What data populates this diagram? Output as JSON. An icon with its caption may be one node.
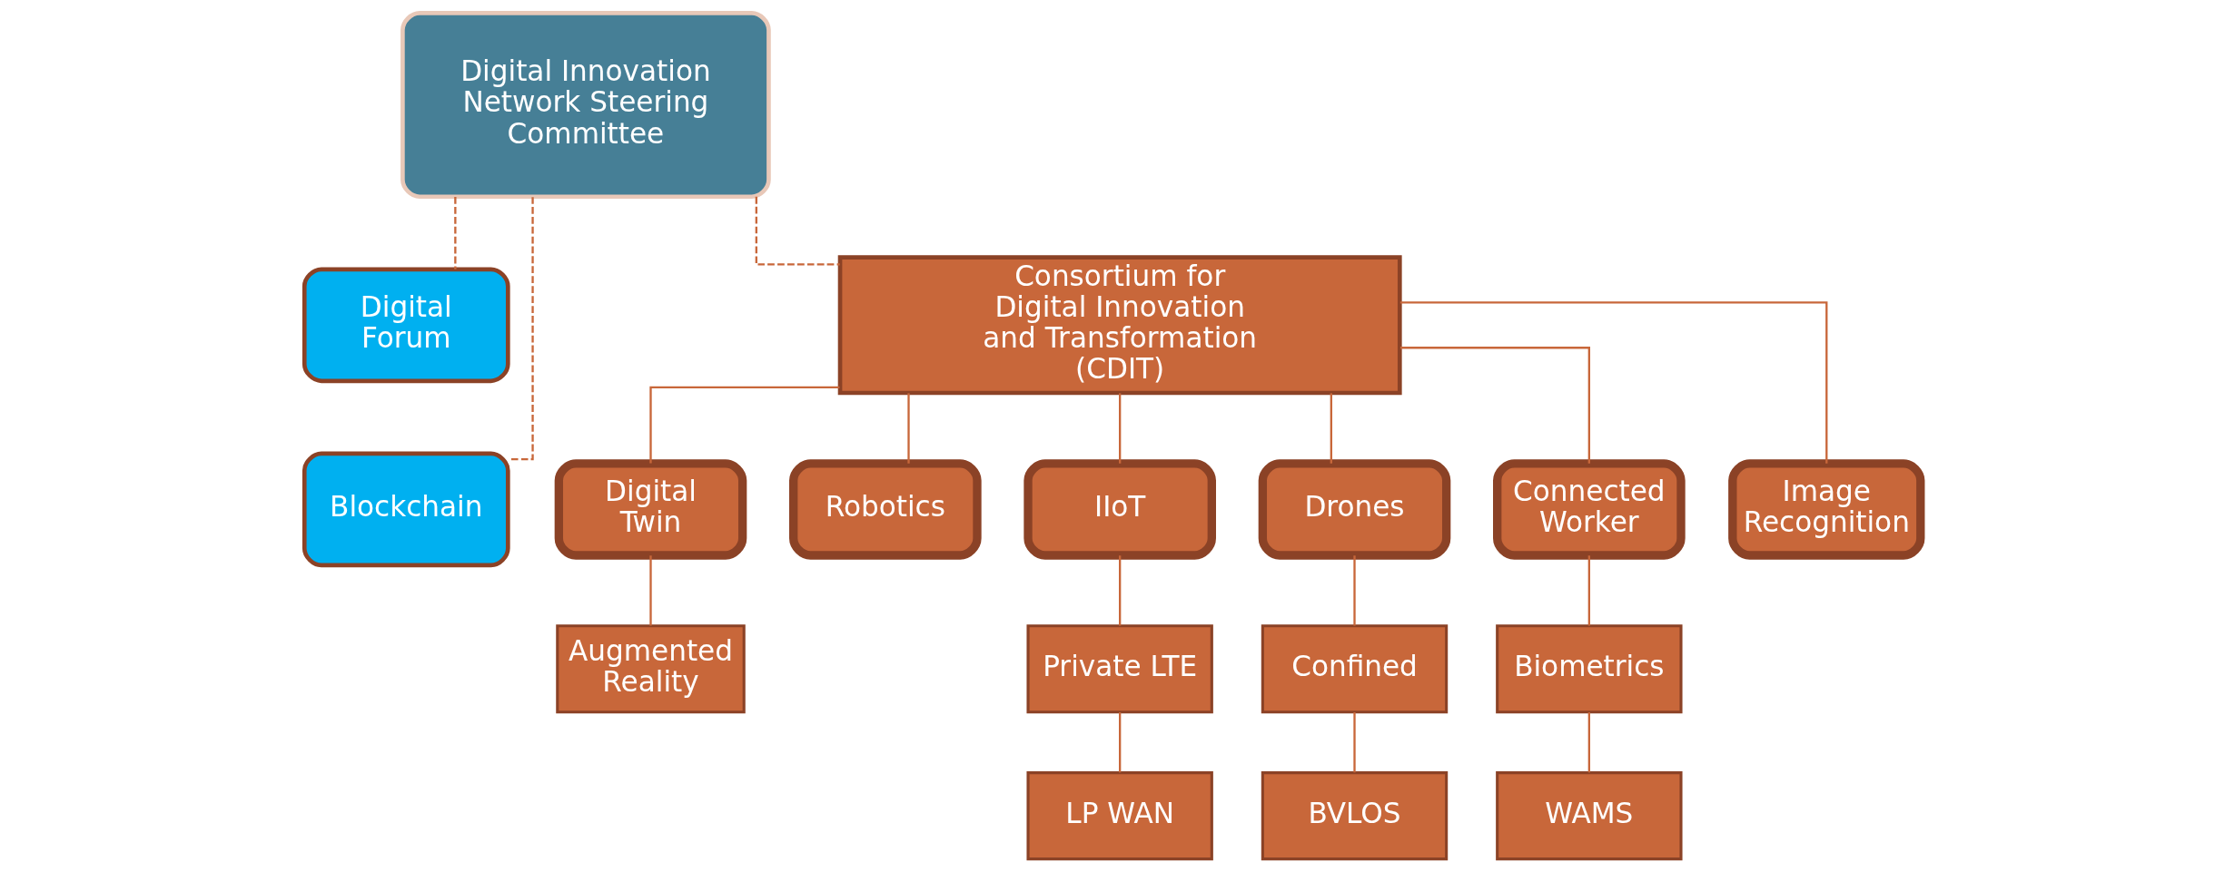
{
  "diagram": {
    "nodes": [
      {
        "text": [
          "Digital Innovation Network Steering Committee"
        ]
      },
      {
        "text": [
          "Digital Forum"
        ]
      },
      {
        "text": [
          "Blockchain"
        ]
      },
      {
        "text": [
          "Consortium for Digital Innovation and Transformation (CDIT)"
        ]
      },
      {
        "text": [
          "Digital Twin"
        ]
      },
      {
        "text": [
          "Robotics"
        ]
      },
      {
        "text": [
          "IIoT"
        ]
      },
      {
        "text": [
          "Drones"
        ]
      },
      {
        "text": [
          "Connected Worker"
        ]
      },
      {
        "text": [
          "Image Recognition"
        ]
      },
      {
        "text": [
          "Augmented Reality"
        ]
      },
      {
        "text": [
          "Private LTE"
        ]
      },
      {
        "text": [
          "LP WAN"
        ]
      },
      {
        "text": [
          "Confined"
        ]
      },
      {
        "text": [
          "BVLOS"
        ]
      },
      {
        "text": [
          "Biometrics"
        ]
      },
      {
        "text": [
          "WAMS"
        ]
      }
    ],
    "edges": [
      {
        "from": 0,
        "to": 1,
        "arrow": "none",
        "style": "dashed"
      },
      {
        "from": 0,
        "to": 2,
        "arrow": "none",
        "style": "dashed"
      },
      {
        "from": 0,
        "to": 3,
        "arrow": "none",
        "style": "dashed"
      },
      {
        "from": 3,
        "to": 4,
        "arrow": "none"
      },
      {
        "from": 3,
        "to": 5,
        "arrow": "none"
      },
      {
        "from": 3,
        "to": 6,
        "arrow": "none"
      },
      {
        "from": 3,
        "to": 7,
        "arrow": "none"
      },
      {
        "from": 3,
        "to": 8,
        "arrow": "none"
      },
      {
        "from": 3,
        "to": 9,
        "arrow": "none"
      },
      {
        "from": 4,
        "to": 10,
        "arrow": "none"
      },
      {
        "from": 6,
        "to": 11,
        "arrow": "none"
      },
      {
        "from": 11,
        "to": 12,
        "arrow": "none"
      },
      {
        "from": 7,
        "to": 13,
        "arrow": "none"
      },
      {
        "from": 13,
        "to": 14,
        "arrow": "none"
      },
      {
        "from": 8,
        "to": 15,
        "arrow": "none"
      },
      {
        "from": 15,
        "to": 16,
        "arrow": "none"
      }
    ]
  }
}
